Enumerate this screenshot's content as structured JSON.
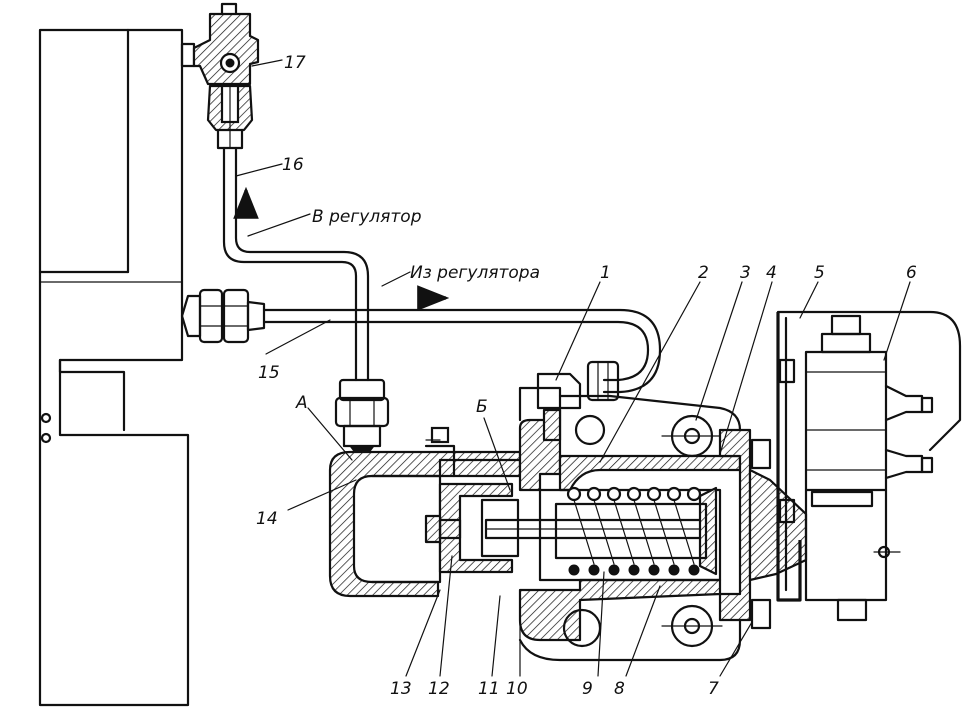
{
  "annotations": {
    "to_regulator": "В регулятор",
    "from_regulator": "Из регулятора"
  },
  "labels": {
    "p1": "1",
    "p2": "2",
    "p3": "3",
    "p4": "4",
    "p5": "5",
    "p6": "6",
    "p7": "7",
    "p8": "8",
    "p9": "9",
    "p10": "10",
    "p11": "11",
    "p12": "12",
    "p13": "13",
    "p14": "14",
    "p15": "15",
    "p16": "16",
    "p17": "17",
    "pA": "А",
    "pB": "Б"
  }
}
